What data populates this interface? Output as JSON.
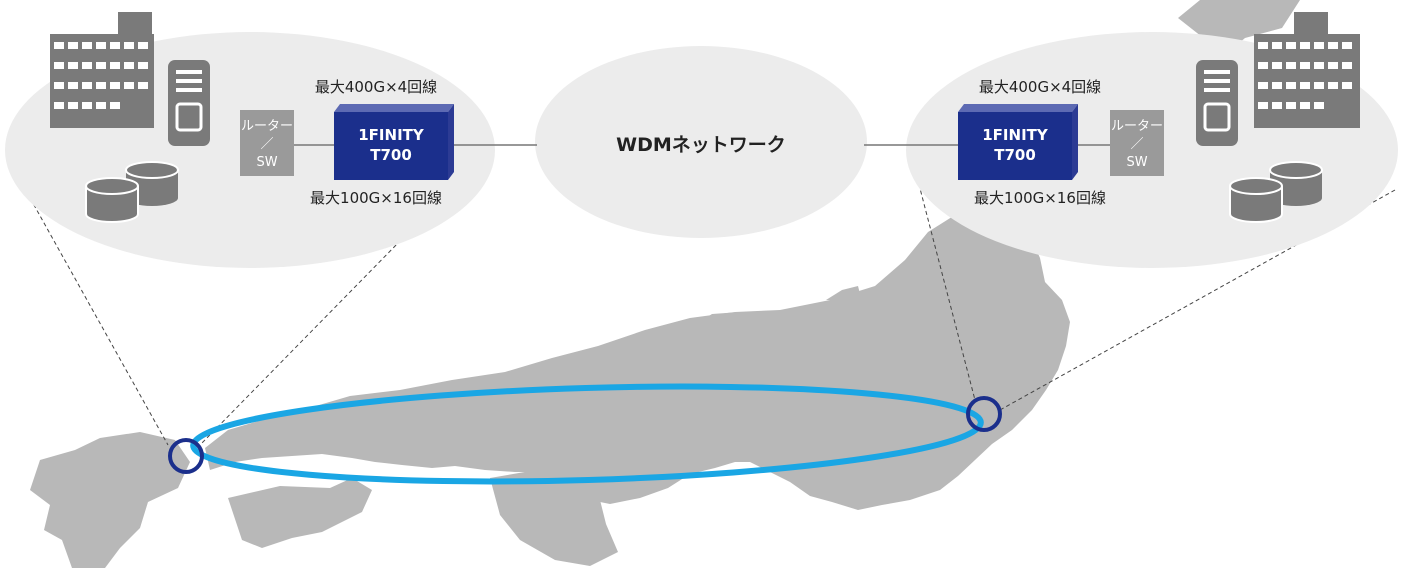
{
  "network": {
    "label": "WDMネットワーク"
  },
  "site_left": {
    "device": {
      "line1": "1FINITY",
      "line2": "T700"
    },
    "router": {
      "line1": "ルーター",
      "line2": "／",
      "line3": "SW"
    },
    "capacity_top": "最大400G×4回線",
    "capacity_bottom": "最大100G×16回線"
  },
  "site_right": {
    "device": {
      "line1": "1FINITY",
      "line2": "T700"
    },
    "router": {
      "line1": "ルーター",
      "line2": "／",
      "line3": "SW"
    },
    "capacity_top": "最大400G×4回線",
    "capacity_bottom": "最大100G×16回線"
  },
  "colors": {
    "map": "#b8b8b8",
    "bubble": "#ececec",
    "building": "#7a7a7a",
    "device": "#1b2f8c",
    "router": "#9a9a9a",
    "link": "#1aa6e4",
    "node": "#1b2f8c"
  }
}
